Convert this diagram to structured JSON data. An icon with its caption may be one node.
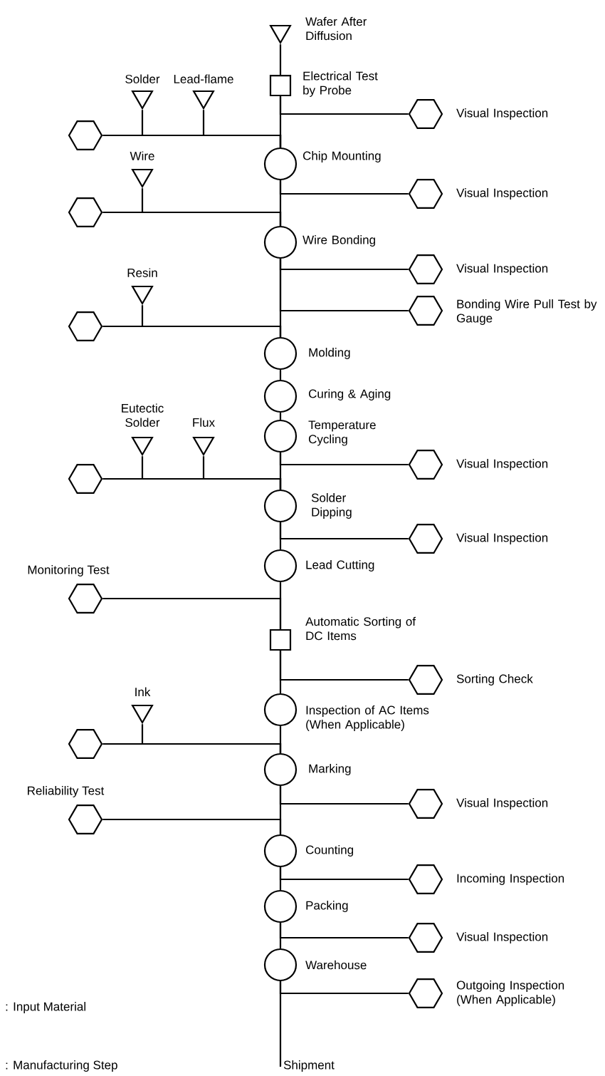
{
  "diagram": {
    "nodes": [
      {
        "text": [
          "Wafer After Diffusion"
        ]
      },
      {
        "text": [
          "Electrical Test by Probe"
        ]
      },
      {
        "text": [
          "Solder"
        ]
      },
      {
        "text": [
          "Lead-flame"
        ]
      },
      {
        "text": [
          "Visual Inspection"
        ]
      },
      {
        "text": [],
        "shape": "hexagon"
      },
      {
        "text": [
          "Chip Mounting"
        ]
      },
      {
        "text": [
          "Wire"
        ]
      },
      {
        "text": [
          "Visual Inspection"
        ]
      },
      {
        "text": [],
        "shape": "hexagon"
      },
      {
        "text": [
          "Wire Bonding"
        ]
      },
      {
        "text": [
          "Visual Inspection"
        ]
      },
      {
        "text": [
          "Resin"
        ]
      },
      {
        "text": [
          "Bonding Wire Pull Test by Gauge"
        ]
      },
      {
        "text": [],
        "shape": "hexagon"
      },
      {
        "text": [
          "Molding"
        ]
      },
      {
        "text": [
          "Curing & Aging"
        ]
      },
      {
        "text": [
          "Eutectic Solder"
        ]
      },
      {
        "text": [
          "Flux"
        ]
      },
      {
        "text": [
          "Temperature Cycling"
        ]
      },
      {
        "text": [
          "Visual Inspection"
        ]
      },
      {
        "text": [],
        "shape": "hexagon"
      },
      {
        "text": [
          "Solder Dipping"
        ]
      },
      {
        "text": [
          "Visual Inspection"
        ]
      },
      {
        "text": [
          "Lead Cutting"
        ]
      },
      {
        "text": [
          "Monitoring Test"
        ]
      },
      {
        "text": [
          "Automatic Sorting of DC Items"
        ]
      },
      {
        "text": [
          "Sorting Check"
        ]
      },
      {
        "text": [
          "Ink"
        ]
      },
      {
        "text": [
          "Inspection of AC Items (When Applicable)"
        ]
      },
      {
        "text": [],
        "shape": "hexagon"
      },
      {
        "text": [
          "Marking"
        ]
      },
      {
        "text": [
          "Reliability Test"
        ]
      },
      {
        "text": [
          "Visual Inspection"
        ]
      },
      {
        "text": [
          "Counting"
        ]
      },
      {
        "text": [
          "Incoming Inspection"
        ]
      },
      {
        "text": [
          "Packing"
        ]
      },
      {
        "text": [
          "Visual Inspection"
        ]
      },
      {
        "text": [
          "Warehouse"
        ]
      },
      {
        "text": [
          "Outgoing Inspection (When Applicable)"
        ]
      },
      {
        "text": [
          "Shipment"
        ]
      }
    ],
    "edges": [
      {
        "from": 0,
        "to": 1,
        "arrow": "none"
      },
      {
        "from": 1,
        "to": 6,
        "arrow": "none"
      },
      {
        "from": 6,
        "to": 10,
        "arrow": "none"
      },
      {
        "from": 10,
        "to": 15,
        "arrow": "none"
      },
      {
        "from": 15,
        "to": 16,
        "arrow": "none"
      },
      {
        "from": 16,
        "to": 19,
        "arrow": "none"
      },
      {
        "from": 19,
        "to": 22,
        "arrow": "none"
      },
      {
        "from": 22,
        "to": 24,
        "arrow": "none"
      },
      {
        "from": 24,
        "to": 26,
        "arrow": "none"
      },
      {
        "from": 26,
        "to": 29,
        "arrow": "none"
      },
      {
        "from": 29,
        "to": 31,
        "arrow": "none"
      },
      {
        "from": 31,
        "to": 34,
        "arrow": "none"
      },
      {
        "from": 34,
        "to": 36,
        "arrow": "none"
      },
      {
        "from": 36,
        "to": 38,
        "arrow": "none"
      },
      {
        "from": 38,
        "to": 40,
        "arrow": "none"
      },
      {
        "from": 1,
        "to": 4,
        "arrow": "none"
      },
      {
        "from": 6,
        "to": 8,
        "arrow": "none"
      },
      {
        "from": 10,
        "to": 11,
        "arrow": "none"
      },
      {
        "from": 10,
        "to": 13,
        "arrow": "none"
      },
      {
        "from": 19,
        "to": 20,
        "arrow": "none"
      },
      {
        "from": 22,
        "to": 23,
        "arrow": "none"
      },
      {
        "from": 26,
        "to": 27,
        "arrow": "none"
      },
      {
        "from": 31,
        "to": 33,
        "arrow": "none"
      },
      {
        "from": 34,
        "to": 35,
        "arrow": "none"
      },
      {
        "from": 36,
        "to": 37,
        "arrow": "none"
      },
      {
        "from": 38,
        "to": 39,
        "arrow": "none"
      },
      {
        "from": 2,
        "to": 6,
        "arrow": "none"
      },
      {
        "from": 3,
        "to": 6,
        "arrow": "none"
      },
      {
        "from": 5,
        "to": 6,
        "arrow": "none"
      },
      {
        "from": 7,
        "to": 10,
        "arrow": "none"
      },
      {
        "from": 9,
        "to": 10,
        "arrow": "none"
      },
      {
        "from": 12,
        "to": 15,
        "arrow": "none"
      },
      {
        "from": 14,
        "to": 15,
        "arrow": "none"
      },
      {
        "from": 17,
        "to": 22,
        "arrow": "none"
      },
      {
        "from": 18,
        "to": 22,
        "arrow": "none"
      },
      {
        "from": 21,
        "to": 22,
        "arrow": "none"
      },
      {
        "from": 25,
        "to": 26,
        "arrow": "none"
      },
      {
        "from": 28,
        "to": 31,
        "arrow": "none"
      },
      {
        "from": 30,
        "to": 31,
        "arrow": "none"
      },
      {
        "from": 32,
        "to": 34,
        "arrow": "none"
      }
    ],
    "labels": [
      ": Input Material",
      ": Manufacturing Step"
    ]
  }
}
